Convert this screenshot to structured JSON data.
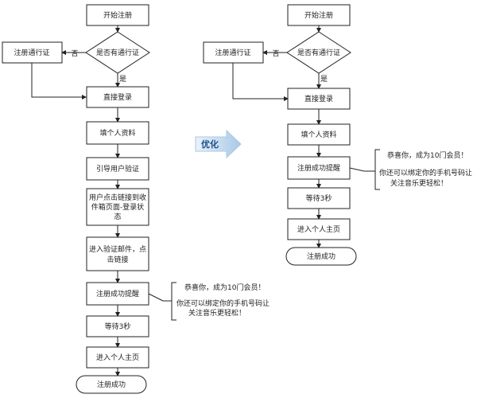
{
  "left": {
    "start": "开始注册",
    "decision": "是否有通行证",
    "register_pass": "注册通行证",
    "no_label": "否",
    "yes_label": "是",
    "login": "直接登录",
    "fill_profile": "填个人资料",
    "guide_verify": [
      "引导用户验证"
    ],
    "click_link_lines": [
      "用户点击链接到收",
      "件箱页面-登录状",
      "态"
    ],
    "enter_mail_lines": [
      "进入验证邮件，点",
      "击链接"
    ],
    "success_remind": "注册成功提醒",
    "wait": "等待3秒",
    "enter_home": "进入个人主页",
    "end": "注册成功",
    "note_lines": [
      "恭喜你，成为10门会员！",
      "你还可以绑定你的手机号码让",
      "关注音乐更轻松！"
    ]
  },
  "arrow_label": "优化",
  "right": {
    "start": "开始注册",
    "decision": "是否有通行证",
    "register_pass": "注册通行证",
    "no_label": "否",
    "yes_label": "是",
    "login": "直接登录",
    "fill_profile": "填个人资料",
    "success_remind": "注册成功提醒",
    "wait": "等待3秒",
    "enter_home": "进入个人主页",
    "end": "注册成功",
    "note_lines": [
      "恭喜你，成为10门会员！",
      "你还可以绑定你的手机号码让",
      "关注音乐更轻松！"
    ]
  },
  "colors": {
    "stroke": "#222222",
    "arrow_fill_light": "#eaf3fb",
    "arrow_fill_dark": "#a9c8e6",
    "arrow_text": "#1f4e8c"
  }
}
